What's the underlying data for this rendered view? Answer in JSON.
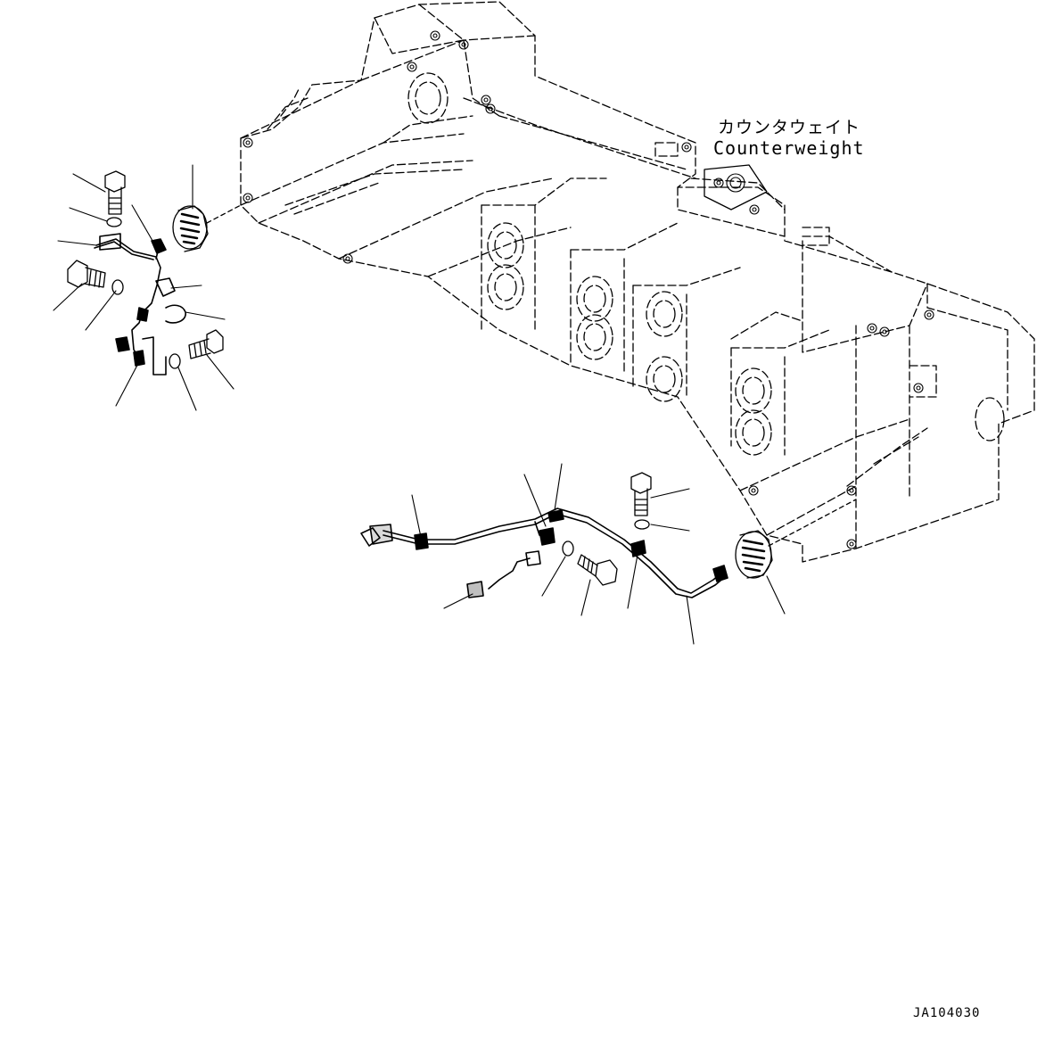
{
  "callout": {
    "label_jp": "カウンタウェイト",
    "label_en": "Counterweight"
  },
  "drawing_id": "JA104030"
}
